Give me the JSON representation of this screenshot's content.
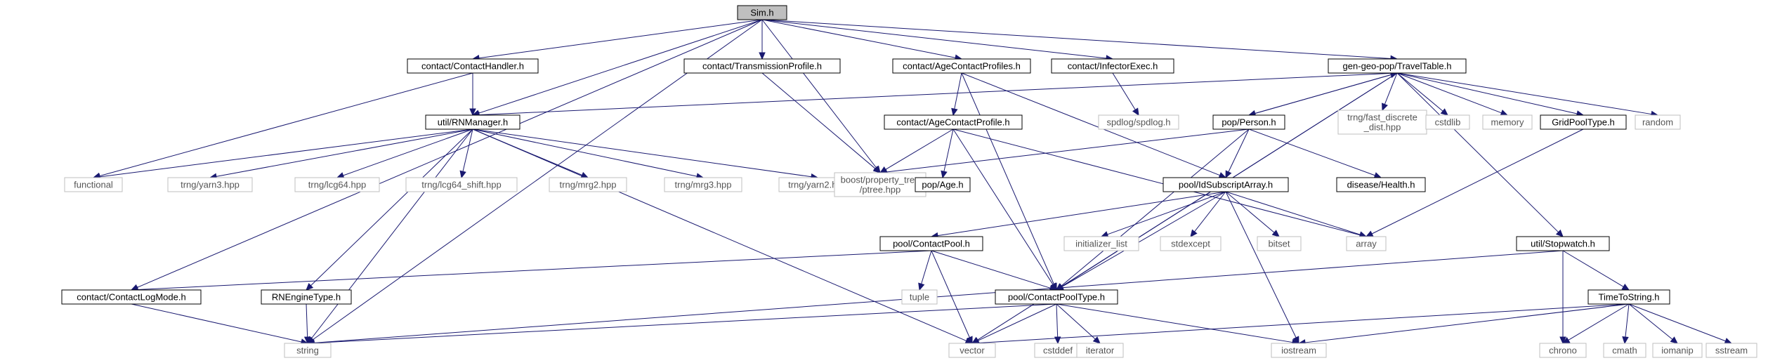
{
  "graph": {
    "nodes": [
      {
        "id": "sim",
        "label": "Sim.h",
        "kind": "root"
      },
      {
        "id": "contacthandler",
        "label": "contact/ContactHandler.h",
        "kind": "internal"
      },
      {
        "id": "transmission",
        "label": "contact/TransmissionProfile.h",
        "kind": "internal"
      },
      {
        "id": "agecontactprofiles",
        "label": "contact/AgeContactProfiles.h",
        "kind": "internal"
      },
      {
        "id": "infectorexec",
        "label": "contact/InfectorExec.h",
        "kind": "internal"
      },
      {
        "id": "traveltable",
        "label": "gen-geo-pop/TravelTable.h",
        "kind": "internal"
      },
      {
        "id": "rnmanager",
        "label": "util/RNManager.h",
        "kind": "internal"
      },
      {
        "id": "agecontactprofile",
        "label": "contact/AgeContactProfile.h",
        "kind": "internal"
      },
      {
        "id": "spdlog",
        "label": "spdlog/spdlog.h",
        "kind": "external"
      },
      {
        "id": "person",
        "label": "pop/Person.h",
        "kind": "internal"
      },
      {
        "id": "fastdiscrete",
        "label": [
          "trng/fast_discrete",
          "_dist.hpp"
        ],
        "kind": "external"
      },
      {
        "id": "cstdlib",
        "label": "cstdlib",
        "kind": "external"
      },
      {
        "id": "memory",
        "label": "memory",
        "kind": "external"
      },
      {
        "id": "gridpooltype",
        "label": "GridPoolType.h",
        "kind": "internal"
      },
      {
        "id": "random",
        "label": "random",
        "kind": "external"
      },
      {
        "id": "functional",
        "label": "functional",
        "kind": "external"
      },
      {
        "id": "yarn3",
        "label": "trng/yarn3.hpp",
        "kind": "external"
      },
      {
        "id": "lcg64",
        "label": "trng/lcg64.hpp",
        "kind": "external"
      },
      {
        "id": "lcg64shift",
        "label": "trng/lcg64_shift.hpp",
        "kind": "external"
      },
      {
        "id": "mrg2",
        "label": "trng/mrg2.hpp",
        "kind": "external"
      },
      {
        "id": "mrg3",
        "label": "trng/mrg3.hpp",
        "kind": "external"
      },
      {
        "id": "yarn2",
        "label": "trng/yarn2.hpp",
        "kind": "external"
      },
      {
        "id": "ptree",
        "label": [
          "boost/property_tree",
          "/ptree.hpp"
        ],
        "kind": "external"
      },
      {
        "id": "age",
        "label": "pop/Age.h",
        "kind": "internal"
      },
      {
        "id": "health",
        "label": "disease/Health.h",
        "kind": "internal"
      },
      {
        "id": "idsubscript",
        "label": "pool/IdSubscriptArray.h",
        "kind": "internal"
      },
      {
        "id": "initlist",
        "label": "initializer_list",
        "kind": "external"
      },
      {
        "id": "stdexcept",
        "label": "stdexcept",
        "kind": "external"
      },
      {
        "id": "bitset",
        "label": "bitset",
        "kind": "external"
      },
      {
        "id": "array",
        "label": "array",
        "kind": "external"
      },
      {
        "id": "contactpool",
        "label": "pool/ContactPool.h",
        "kind": "internal"
      },
      {
        "id": "tuple",
        "label": "tuple",
        "kind": "external"
      },
      {
        "id": "stopwatch",
        "label": "util/Stopwatch.h",
        "kind": "internal"
      },
      {
        "id": "contactlogmode",
        "label": "contact/ContactLogMode.h",
        "kind": "internal"
      },
      {
        "id": "rnenginetype",
        "label": "RNEngineType.h",
        "kind": "internal"
      },
      {
        "id": "contactpooltype",
        "label": "pool/ContactPoolType.h",
        "kind": "internal"
      },
      {
        "id": "timetostring",
        "label": "TimeToString.h",
        "kind": "internal"
      },
      {
        "id": "string",
        "label": "string",
        "kind": "external"
      },
      {
        "id": "vector",
        "label": "vector",
        "kind": "external"
      },
      {
        "id": "cstddef",
        "label": "cstddef",
        "kind": "external"
      },
      {
        "id": "iterator",
        "label": "iterator",
        "kind": "external"
      },
      {
        "id": "iostream",
        "label": "iostream",
        "kind": "external"
      },
      {
        "id": "chrono",
        "label": "chrono",
        "kind": "external"
      },
      {
        "id": "cmath",
        "label": "cmath",
        "kind": "external"
      },
      {
        "id": "iomanip",
        "label": "iomanip",
        "kind": "external"
      },
      {
        "id": "sstream",
        "label": "sstream",
        "kind": "external"
      }
    ],
    "edges": [
      [
        "sim",
        "string"
      ],
      [
        "sim",
        "contactlogmode"
      ],
      [
        "sim",
        "contacthandler"
      ],
      [
        "sim",
        "rnmanager"
      ],
      [
        "sim",
        "transmission"
      ],
      [
        "sim",
        "ptree"
      ],
      [
        "sim",
        "agecontactprofiles"
      ],
      [
        "sim",
        "infectorexec"
      ],
      [
        "sim",
        "traveltable"
      ],
      [
        "contacthandler",
        "rnmanager"
      ],
      [
        "contacthandler",
        "functional"
      ],
      [
        "transmission",
        "ptree"
      ],
      [
        "agecontactprofiles",
        "agecontactprofile"
      ],
      [
        "agecontactprofiles",
        "contactpooltype"
      ],
      [
        "agecontactprofiles",
        "idsubscript"
      ],
      [
        "infectorexec",
        "spdlog"
      ],
      [
        "traveltable",
        "rnmanager"
      ],
      [
        "traveltable",
        "person"
      ],
      [
        "traveltable",
        "fastdiscrete"
      ],
      [
        "traveltable",
        "cstdlib"
      ],
      [
        "traveltable",
        "memory"
      ],
      [
        "traveltable",
        "gridpooltype"
      ],
      [
        "traveltable",
        "random"
      ],
      [
        "traveltable",
        "stopwatch"
      ],
      [
        "traveltable",
        "contactpooltype"
      ],
      [
        "traveltable",
        "vector"
      ],
      [
        "rnmanager",
        "functional"
      ],
      [
        "rnmanager",
        "yarn3"
      ],
      [
        "rnmanager",
        "lcg64"
      ],
      [
        "rnmanager",
        "lcg64shift"
      ],
      [
        "rnmanager",
        "mrg2"
      ],
      [
        "rnmanager",
        "mrg3"
      ],
      [
        "rnmanager",
        "yarn2"
      ],
      [
        "rnmanager",
        "rnenginetype"
      ],
      [
        "rnmanager",
        "string"
      ],
      [
        "rnmanager",
        "vector"
      ],
      [
        "agecontactprofile",
        "ptree"
      ],
      [
        "agecontactprofile",
        "age"
      ],
      [
        "agecontactprofile",
        "contactpooltype"
      ],
      [
        "agecontactprofile",
        "array"
      ],
      [
        "person",
        "traveltable"
      ],
      [
        "person",
        "ptree"
      ],
      [
        "person",
        "health"
      ],
      [
        "person",
        "idsubscript"
      ],
      [
        "person",
        "contactpooltype"
      ],
      [
        "gridpooltype",
        "array"
      ],
      [
        "idsubscript",
        "contactpool"
      ],
      [
        "idsubscript",
        "initlist"
      ],
      [
        "idsubscript",
        "stdexcept"
      ],
      [
        "idsubscript",
        "bitset"
      ],
      [
        "idsubscript",
        "array"
      ],
      [
        "idsubscript",
        "iostream"
      ],
      [
        "idsubscript",
        "contactpooltype"
      ],
      [
        "contactpool",
        "contactlogmode"
      ],
      [
        "contactpool",
        "tuple"
      ],
      [
        "contactpool",
        "contactpooltype"
      ],
      [
        "contactpool",
        "vector"
      ],
      [
        "stopwatch",
        "string"
      ],
      [
        "stopwatch",
        "timetostring"
      ],
      [
        "stopwatch",
        "chrono"
      ],
      [
        "contactlogmode",
        "string"
      ],
      [
        "rnenginetype",
        "string"
      ],
      [
        "contactpooltype",
        "string"
      ],
      [
        "contactpooltype",
        "vector"
      ],
      [
        "contactpooltype",
        "cstddef"
      ],
      [
        "contactpooltype",
        "iterator"
      ],
      [
        "contactpooltype",
        "iostream"
      ],
      [
        "timetostring",
        "vector"
      ],
      [
        "timetostring",
        "iostream"
      ],
      [
        "timetostring",
        "chrono"
      ],
      [
        "timetostring",
        "cmath"
      ],
      [
        "timetostring",
        "iomanip"
      ],
      [
        "timetostring",
        "sstream"
      ]
    ]
  }
}
